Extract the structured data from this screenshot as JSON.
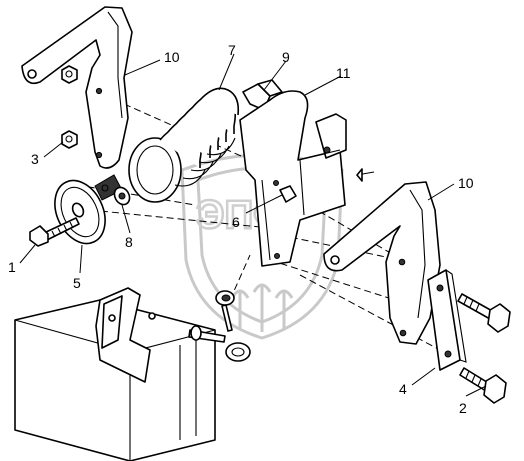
{
  "watermark": {
    "text": "ЭПФ"
  },
  "callouts": [
    {
      "id": "callout-1",
      "text": "1"
    },
    {
      "id": "callout-2",
      "text": "2"
    },
    {
      "id": "callout-3",
      "text": "3"
    },
    {
      "id": "callout-4",
      "text": "4"
    },
    {
      "id": "callout-5",
      "text": "5"
    },
    {
      "id": "callout-6",
      "text": "6"
    },
    {
      "id": "callout-7",
      "text": "7"
    },
    {
      "id": "callout-8",
      "text": "8"
    },
    {
      "id": "callout-9",
      "text": "9"
    },
    {
      "id": "callout-10a",
      "text": "10"
    },
    {
      "id": "callout-10b",
      "text": "10"
    },
    {
      "id": "callout-11",
      "text": "11"
    }
  ]
}
